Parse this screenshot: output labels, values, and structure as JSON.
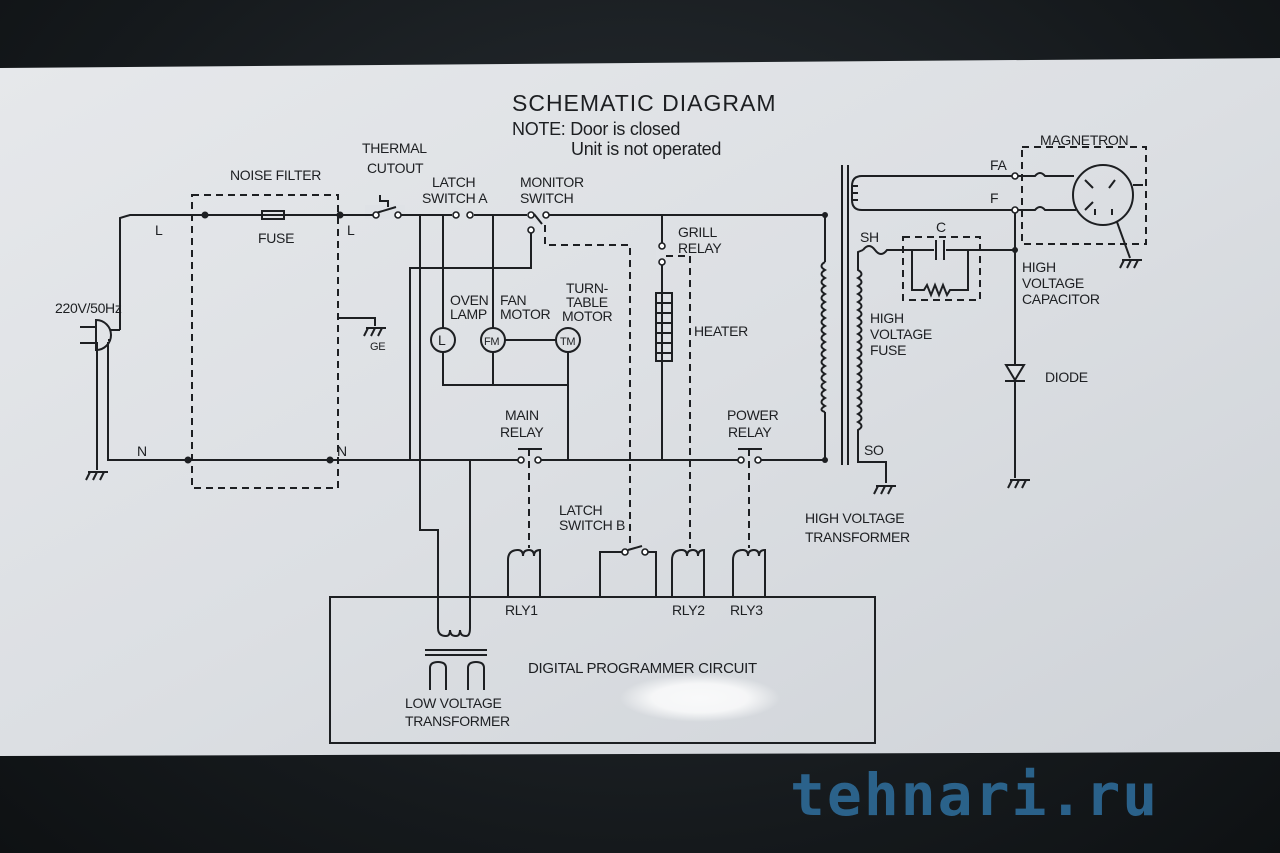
{
  "title": "SCHEMATIC DIAGRAM",
  "note": {
    "line1": "NOTE: Door is closed",
    "line2": "Unit is not operated"
  },
  "labels": {
    "supply": "220V/50Hz",
    "noise_filter": "NOISE FILTER",
    "fuse": "FUSE",
    "line_l": "L",
    "neutral_n": "N",
    "ground_ge": "GE",
    "thermal_cutout_1": "THERMAL",
    "thermal_cutout_2": "CUTOUT",
    "latch_a_1": "LATCH",
    "latch_a_2": "SWITCH A",
    "monitor_1": "MONITOR",
    "monitor_2": "SWITCH",
    "grill_1": "GRILL",
    "grill_2": "RELAY",
    "oven_lamp_1": "OVEN",
    "oven_lamp_2": "LAMP",
    "fan_motor_1": "FAN",
    "fan_motor_2": "MOTOR",
    "turntable_1": "TURN-",
    "turntable_2": "TABLE",
    "turntable_3": "MOTOR",
    "lamp_symbol": "L",
    "fm_symbol": "FM",
    "tm_symbol": "TM",
    "heater": "HEATER",
    "main_relay_1": "MAIN",
    "main_relay_2": "RELAY",
    "power_relay_1": "POWER",
    "power_relay_2": "RELAY",
    "latch_b_1": "LATCH",
    "latch_b_2": "SWITCH B",
    "rly1": "RLY1",
    "rly2": "RLY2",
    "rly3": "RLY3",
    "lvt_1": "LOW VOLTAGE",
    "lvt_2": "TRANSFORMER",
    "digital_circuit": "DIGITAL PROGRAMMER CIRCUIT",
    "hvt_1": "HIGH VOLTAGE",
    "hvt_2": "TRANSFORMER",
    "sh": "SH",
    "so": "SO",
    "cap_c": "C",
    "hvfuse_1": "HIGH",
    "hvfuse_2": "VOLTAGE",
    "hvfuse_3": "FUSE",
    "hvcap_1": "HIGH",
    "hvcap_2": "VOLTAGE",
    "hvcap_3": "CAPACITOR",
    "diode": "DIODE",
    "magnetron": "MAGNETRON",
    "fa": "FA",
    "f": "F"
  },
  "watermark": "tehnari.ru",
  "colors": {
    "paper": "#dfe2e6",
    "ink": "#1d1f22",
    "watermark": "#2f6f9e"
  }
}
